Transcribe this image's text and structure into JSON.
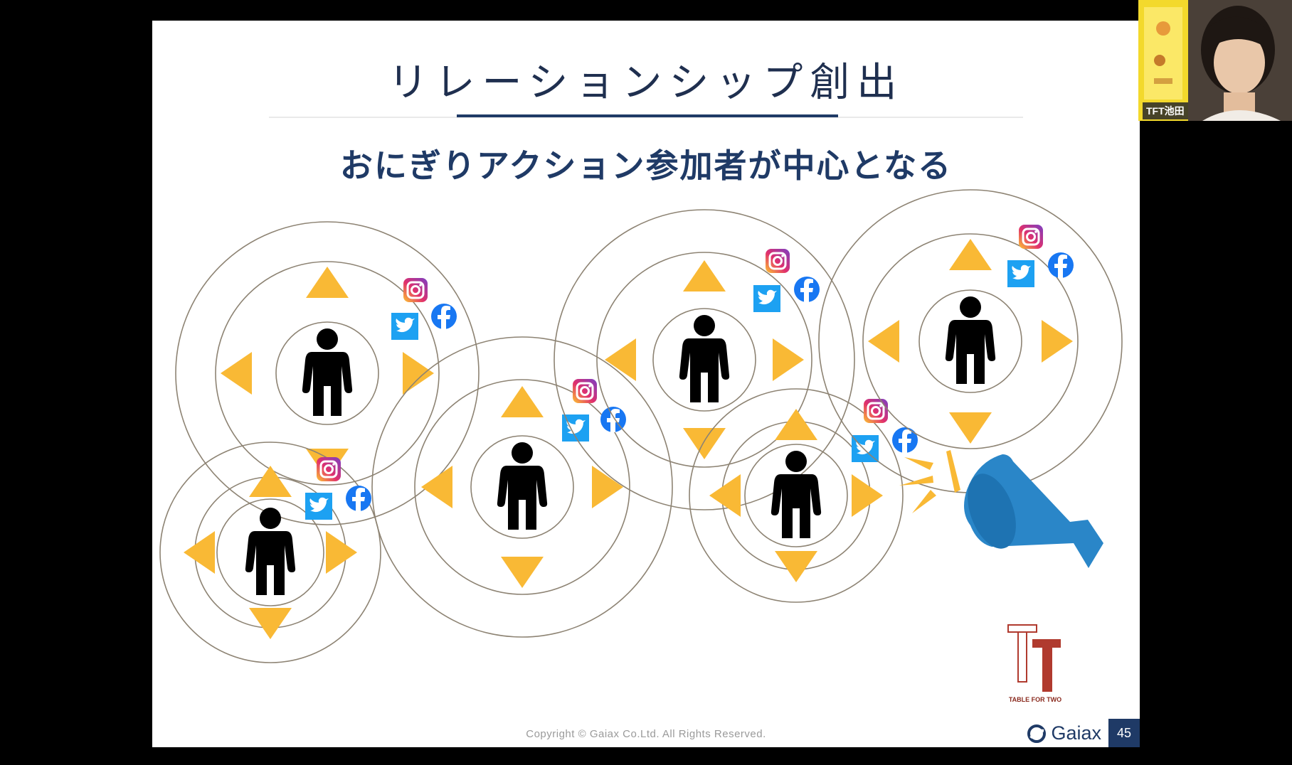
{
  "slide": {
    "title": "リレーションシップ創出",
    "subtitle": "おにぎりアクション参加者が中心となる",
    "copyright": "Copyright © Gaiax Co.Ltd. All Rights Reserved.",
    "brand": "Gaiax",
    "page_number": "45",
    "partner_logo_text": "TABLE FOR TWO"
  },
  "video": {
    "participant_name": "TFT池田"
  },
  "colors": {
    "navy": "#1f3a66",
    "arrow_yellow": "#f9b935",
    "ring": "#8d8373",
    "megaphone_blue": "#2a86c8",
    "instagram": "#c13584",
    "twitter": "#1da1f2",
    "facebook": "#1877f2"
  },
  "icons": [
    "person-icon",
    "arrow-up-icon",
    "arrow-down-icon",
    "arrow-left-icon",
    "arrow-right-icon",
    "instagram-icon",
    "twitter-icon",
    "facebook-icon",
    "megaphone-icon"
  ]
}
